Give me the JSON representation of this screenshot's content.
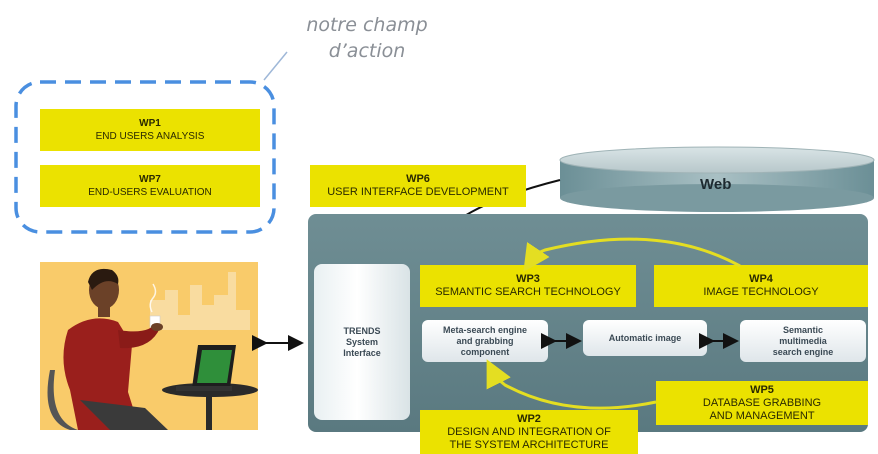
{
  "annotation": {
    "line1": "notre champ",
    "line2": "d’action"
  },
  "wp1": {
    "id": "WP1",
    "desc": "END USERS ANALYSIS"
  },
  "wp7": {
    "id": "WP7",
    "desc": "END-USERS EVALUATION"
  },
  "wp6": {
    "id": "WP6",
    "desc": "USER INTERFACE DEVELOPMENT"
  },
  "wp3": {
    "id": "WP3",
    "desc": "SEMANTIC SEARCH TECHNOLOGY"
  },
  "wp4": {
    "id": "WP4",
    "desc": "IMAGE  TECHNOLOGY"
  },
  "wp5": {
    "id": "WP5",
    "desc1": "DATABASE GRABBING",
    "desc2": "AND MANAGEMENT"
  },
  "wp2": {
    "id": "WP2",
    "desc1": "DESIGN AND INTEGRATION OF",
    "desc2": "THE SYSTEM ARCHITECTURE"
  },
  "web": {
    "label": "Web"
  },
  "trends": {
    "line1": "TRENDS",
    "line2": "System",
    "line3": "Interface"
  },
  "meta": {
    "line1": "Meta-search engine",
    "line2": "and grabbing",
    "line3": "component"
  },
  "auto_image": {
    "label": "Automatic image"
  },
  "semantic": {
    "line1": "Semantic",
    "line2": "multimedia",
    "line3": "search engine"
  },
  "colors": {
    "wp_yellow": "#ebe200",
    "panel": "#5f7e85",
    "dashed_blue": "#4a8fe0",
    "arrow_yellow": "#e4de22"
  }
}
